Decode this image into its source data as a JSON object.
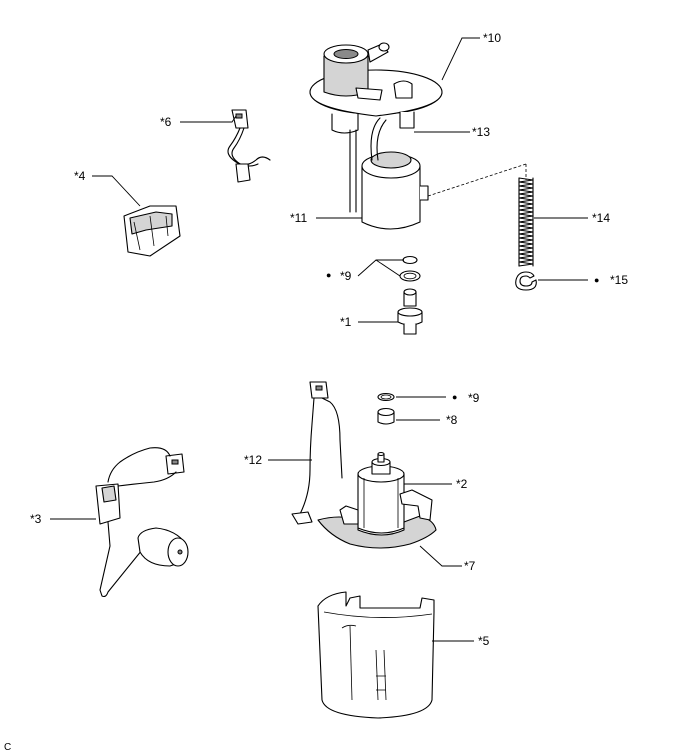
{
  "labels": {
    "p1": "*1",
    "p2": "*2",
    "p3": "*3",
    "p4": "*4",
    "p5": "*5",
    "p6": "*6",
    "p7": "*7",
    "p8": "*8",
    "p9a": "*9",
    "p9b": "*9",
    "p10": "*10",
    "p11": "*11",
    "p12": "*12",
    "p13": "*13",
    "p14": "*14",
    "p15": "*15"
  },
  "markers": {
    "bullet": "●"
  },
  "corner_code": "C"
}
